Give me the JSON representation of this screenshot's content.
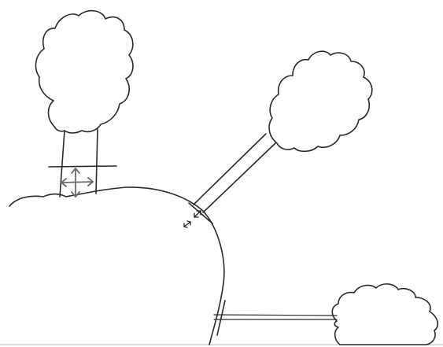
{
  "image": {
    "trees": [
      {
        "orientation": "upright",
        "trunk_width": "wide"
      },
      {
        "orientation": "tilted",
        "trunk_width": "narrow"
      },
      {
        "orientation": "horizontal",
        "trunk_width": "very narrow"
      }
    ],
    "arrow_icons": [
      "double-arrow-horizontal-icon",
      "double-arrow-vertical-icon",
      "double-arrow-diagonal-icon"
    ]
  }
}
